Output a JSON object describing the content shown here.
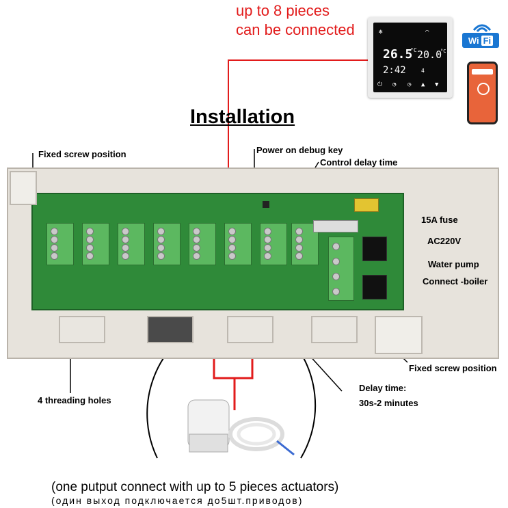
{
  "headline": {
    "line1": "up to  8 pieces",
    "line2": "can be connected"
  },
  "thermostat": {
    "room_temp": "26.5",
    "room_unit": "°C",
    "set_temp": "20.0",
    "set_unit": "°C",
    "clock": "2:42",
    "day": "4"
  },
  "wifi_badge": {
    "left": "Wi",
    "right": "Fi"
  },
  "title": "Installation",
  "callouts": {
    "fixed_screw_top": "Fixed screw position",
    "power_debug": "Power on debug key",
    "control_delay": "Control delay time",
    "fuse": "15A fuse",
    "ac": "AC220V",
    "pump": "Water pump",
    "boiler": "Connect -boiler",
    "fixed_screw_bottom": "Fixed screw position",
    "threading_holes": "4 threading holes",
    "delay_time_1": "Delay time:",
    "delay_time_2": "30s-2 minutes"
  },
  "footer": {
    "english": "(one putput connect with up to 5 pieces actuators)",
    "russian": "(один выход подключается до5шт.приводов)"
  },
  "colors": {
    "accent_red": "#e21b1b",
    "pcb_green": "#2f8a39",
    "terminal_green": "#5cb860"
  }
}
